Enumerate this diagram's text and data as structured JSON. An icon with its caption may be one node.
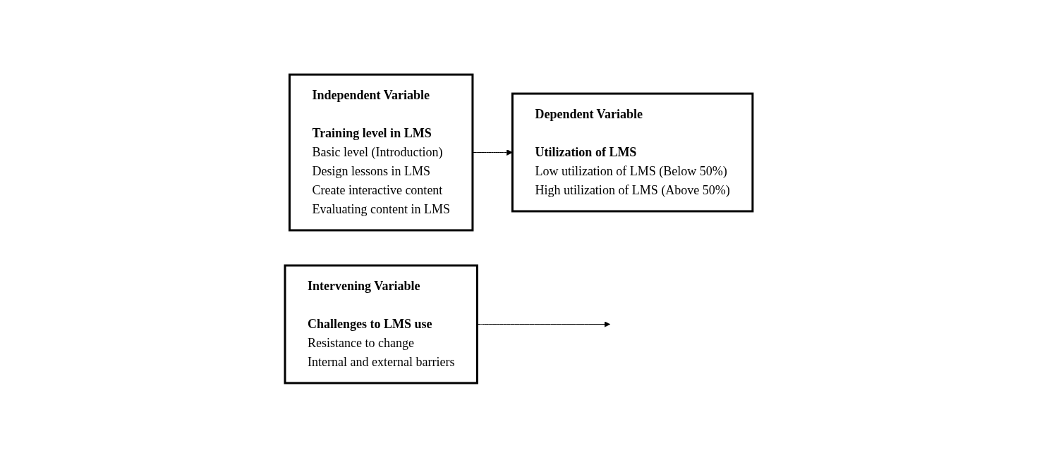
{
  "diagram": {
    "nodes": [
      {
        "text": [
          "Independent Variable",
          "Training level in LMS",
          "Basic level (Introduction)",
          "Design lessons in LMS",
          "Create interactive content",
          "Evaluating content in LMS"
        ]
      },
      {
        "text": [
          "Dependent Variable",
          "Utilization of LMS",
          "Low utilization of LMS (Below 50%)",
          "High utilization of LMS (Above 50%)"
        ]
      },
      {
        "text": [
          "Intervening Variable",
          "Challenges to LMS use",
          "Resistance to change",
          "Internal and external barriers"
        ]
      }
    ],
    "edges": [
      {
        "from": 0,
        "to": 1,
        "arrow": "to"
      },
      {
        "from": 2,
        "to": null,
        "arrow": "to"
      }
    ]
  }
}
